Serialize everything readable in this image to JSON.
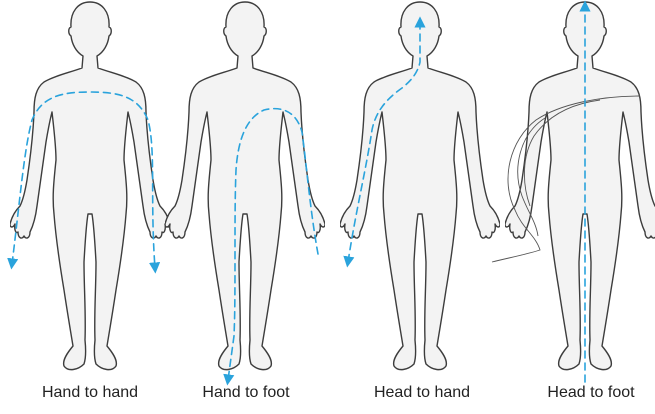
{
  "colors": {
    "current_path": "#2aa3dc",
    "outline": "#3d3d3d",
    "body_fill": "#f3f3f3",
    "caption": "#222222"
  },
  "figures": [
    {
      "caption": "Hand to hand",
      "path": "hand-to-hand"
    },
    {
      "caption": "Hand to foot",
      "path": "hand-to-foot"
    },
    {
      "caption": "Head to hand",
      "path": "head-to-hand"
    },
    {
      "caption": "Head to foot",
      "path": "head-to-foot"
    }
  ]
}
